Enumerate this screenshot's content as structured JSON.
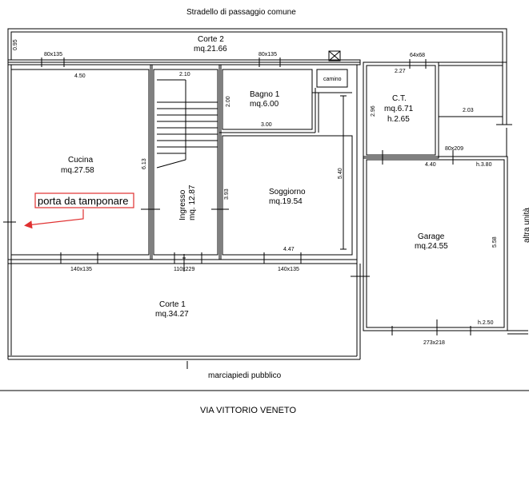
{
  "labels": {
    "stradello": "Stradello di passaggio comune",
    "corte2_name": "Corte 2",
    "corte2_area": "mq.21.66",
    "cucina_name": "Cucina",
    "cucina_area": "mq.27.58",
    "bagno_name": "Bagno 1",
    "bagno_area": "mq.6.00",
    "ingresso_name": "Ingresso",
    "ingresso_area": "mq. 12.87",
    "soggiorno_name": "Soggiorno",
    "soggiorno_area": "mq.19.54",
    "ct_name": "C.T.",
    "ct_area": "mq.6.71",
    "ct_height": "h.2.65",
    "garage_name": "Garage",
    "garage_area": "mq.24.55",
    "corte1_name": "Corte 1",
    "corte1_area": "mq.34.27",
    "camino": "camino",
    "marciapiedi": "marciapiedi pubblico",
    "via": "VIA VITTORIO VENETO",
    "altra_unita": "altra unità",
    "annotation": "porta da tamponare"
  },
  "dimensions": {
    "d095": "0.95",
    "w80x135_a": "80x135",
    "w80x135_b": "80x135",
    "w64x68": "64x68",
    "d450": "4.50",
    "d210": "2.10",
    "d200": "2.00",
    "d300": "3.00",
    "d227": "2.27",
    "d296": "2.96",
    "d203": "2.03",
    "d613": "6.13",
    "d393": "3.93",
    "d540": "5.40",
    "d80x209": "80x209",
    "d440": "4.40",
    "dh380": "h.3.80",
    "d558": "5.58",
    "d447": "4.47",
    "w140x135_a": "140x135",
    "w110x229": "110x229",
    "w140x135_b": "140x135",
    "dh250": "h.2.50",
    "w273x218": "273x218"
  },
  "colors": {
    "line": "#000000",
    "annotation": "#e03030"
  }
}
